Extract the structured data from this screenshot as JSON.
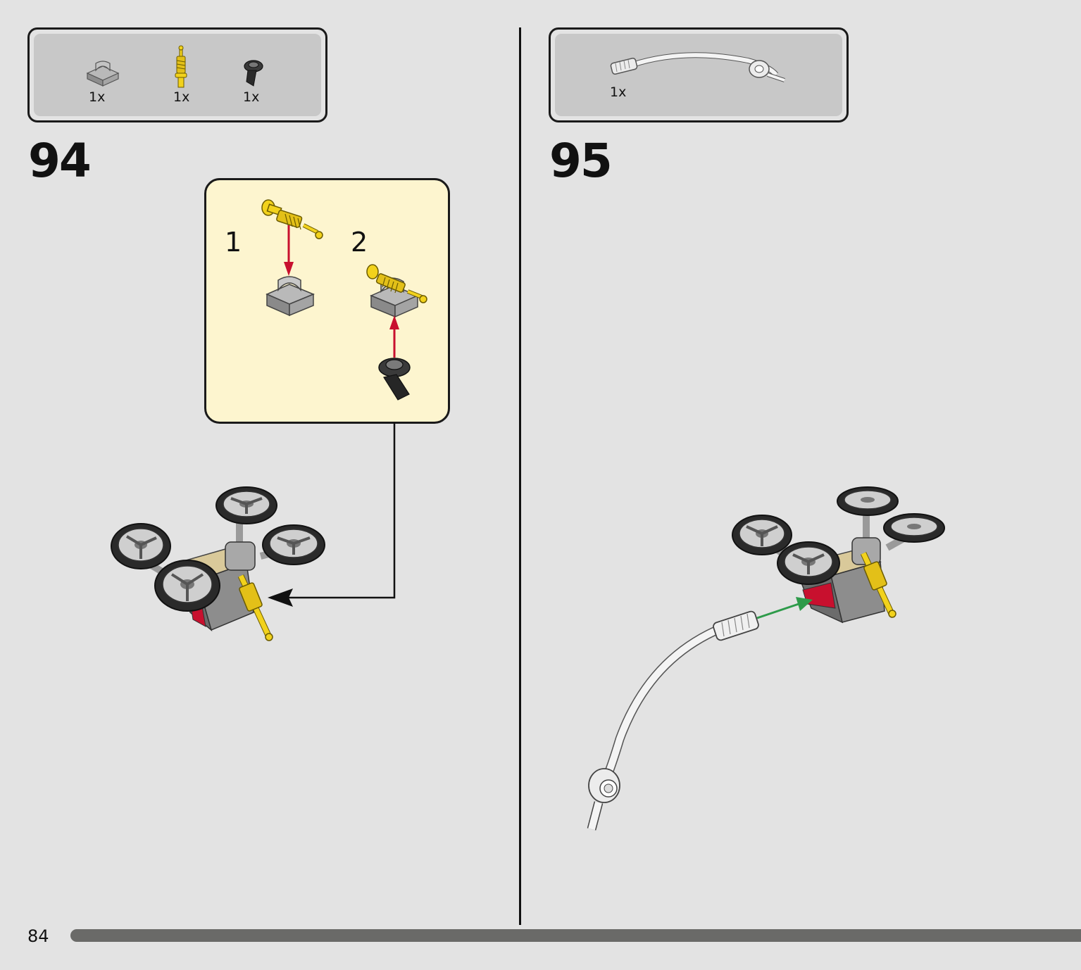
{
  "page": {
    "number": "84"
  },
  "steps": [
    {
      "number": "94",
      "parts": [
        {
          "qty": "1x",
          "icon": "clip-plate-part-icon"
        },
        {
          "qty": "1x",
          "icon": "yellow-shock-absorber-part-icon"
        },
        {
          "qty": "1x",
          "icon": "black-tile-clip-part-icon"
        }
      ],
      "callout": {
        "substeps": [
          "1",
          "2"
        ]
      }
    },
    {
      "number": "95",
      "parts": [
        {
          "qty": "1x",
          "icon": "flexible-hose-part-icon"
        }
      ]
    }
  ],
  "colors": {
    "background": "#e3e3e3",
    "parts_panel": "#c8c8c8",
    "callout": "#fdf5cf",
    "insert_arrow": "#c8102e",
    "attach_arrow": "#2e9b4a",
    "progress": "#6a6a68"
  }
}
